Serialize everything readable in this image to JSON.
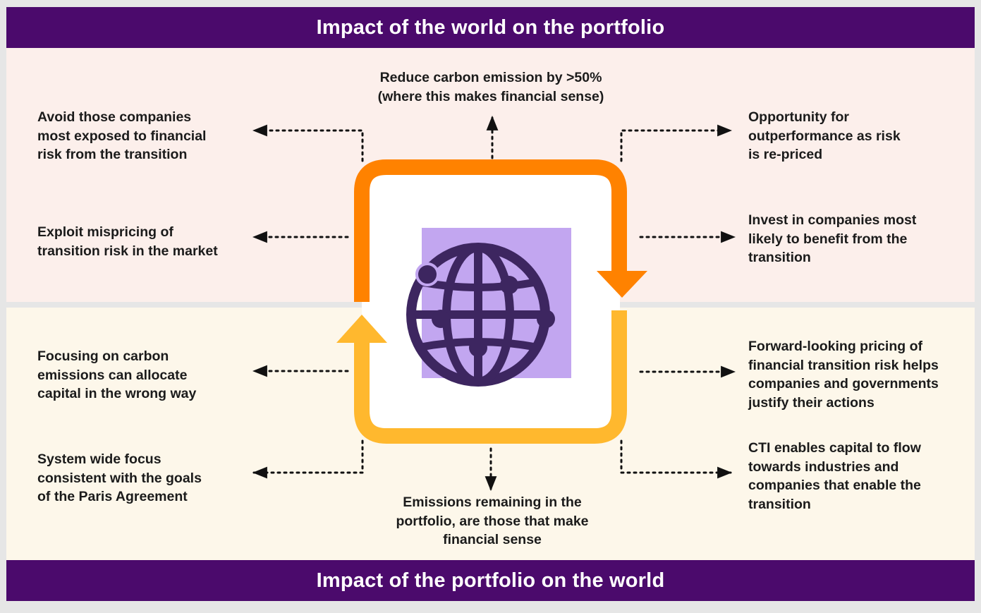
{
  "header": {
    "title": "Impact of the world on the portfolio"
  },
  "footer": {
    "title": "Impact of the portfolio on the world"
  },
  "top": {
    "center": "Reduce carbon emission by >50%\n(where this makes financial sense)",
    "left1": "Avoid those companies\nmost exposed to financial\nrisk from the transition",
    "left2": "Exploit mispricing of\ntransition risk in the market",
    "right1": "Opportunity for\noutperformance as risk\nis re-priced",
    "right2": "Invest in companies most\nlikely to benefit from the\ntransition"
  },
  "bottom": {
    "center": "Emissions remaining in the\nportfolio, are those that make\nfinancial sense",
    "left1": "Focusing on carbon\nemissions can allocate\ncapital in the wrong way",
    "left2": "System wide focus\nconsistent with the goals\nof the Paris Agreement",
    "right1": "Forward-looking pricing of\nfinancial transition risk helps\ncompanies and governments\njustify their actions",
    "right2": "CTI enables capital to flow\ntowards industries and\ncompanies that enable the\ntransition"
  },
  "colors": {
    "banner": "#4b0a6c",
    "orange": "#ff8200",
    "yellow": "#ffb82e",
    "globe": "#3d2660",
    "globe_bg": "#c2a6f0"
  },
  "icons": {
    "center": "globe-network-icon"
  }
}
